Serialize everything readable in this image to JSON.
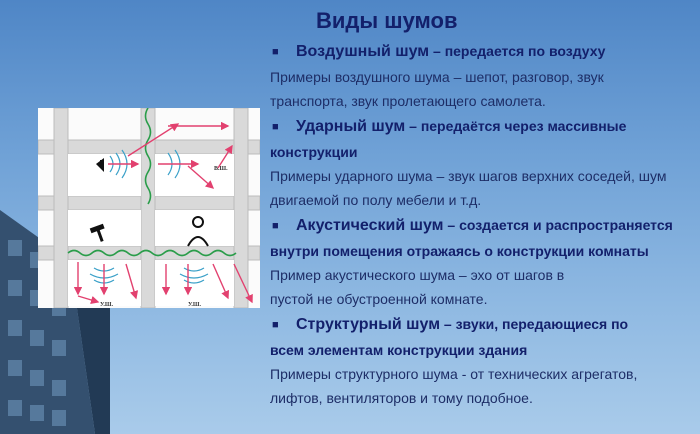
{
  "title": "Виды шумов",
  "sections": [
    {
      "name": "Воздушный шум",
      "rest": " – передается по воздуху",
      "rest_cont": "",
      "example_lines": [
        "Примеры воздушного шума – шепот, разговор, звук",
        "транспорта, звук пролетающего самолета."
      ]
    },
    {
      "name": "Ударный шум",
      "rest": " – передаётся через массивные",
      "rest_cont": "конструкции",
      "example_lines": [
        "Примеры ударного шума – звук шагов верхних соседей, шум",
        "двигаемой по полу мебели и т.д."
      ]
    },
    {
      "name": "Акустический шум",
      "rest": " – создается и  распространяется",
      "rest_cont": "внутри помещения отражаясь о конструкции комнаты",
      "example_lines": [
        "Пример акустического шума – эхо от шагов в",
        "пустой не обустроенной комнате."
      ]
    },
    {
      "name": "Структурный шум",
      "rest": " – звуки, передающиеся по",
      "rest_cont": "всем элементам конструкции здания",
      "example_lines": [
        "Примеры структурного шума - от технических агрегатов,",
        "лифтов, вентиляторов и тому подобное."
      ]
    }
  ],
  "diagram_labels": {
    "air": "В.Ш.",
    "impact_left": "У.Ш.",
    "impact_right": "У.Ш."
  },
  "colors": {
    "title": "#13206b",
    "arrow": "#e2416f",
    "wave": "#2a9d4a",
    "echo": "#3aa0c8"
  }
}
